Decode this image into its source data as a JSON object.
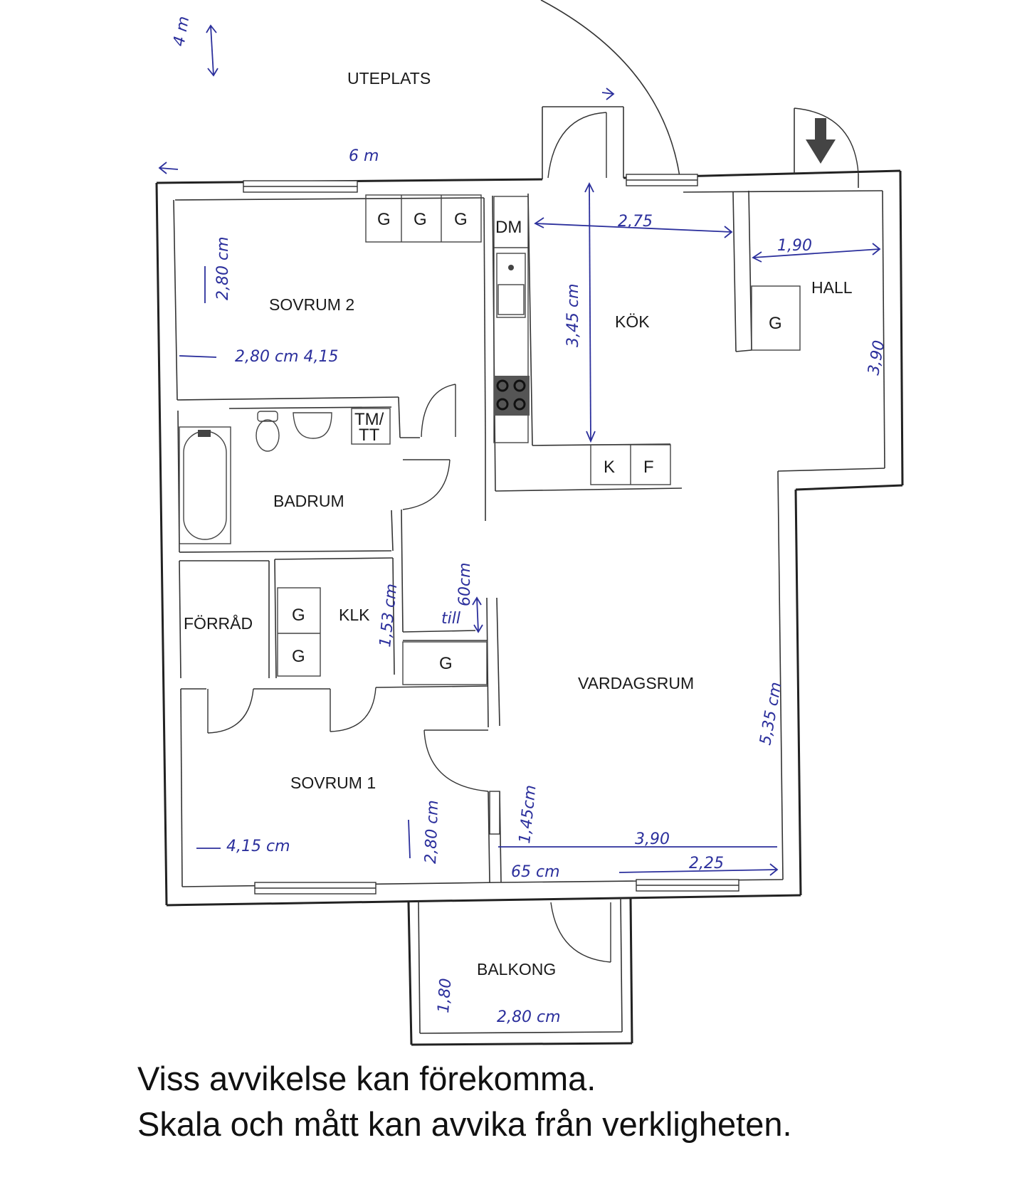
{
  "rooms": {
    "uteplats": "UTEPLATS",
    "sovrum2": "SOVRUM 2",
    "kok": "KÖK",
    "hall": "HALL",
    "badrum": "BADRUM",
    "forrad": "FÖRRÅD",
    "klk": "KLK",
    "vardagsrum": "VARDAGSRUM",
    "sovrum1": "SOVRUM 1",
    "balkong": "BALKONG"
  },
  "cabinets": {
    "g": "G",
    "dm": "DM",
    "k": "K",
    "f": "F",
    "tm": "TM/",
    "tt": "TT"
  },
  "measurements": {
    "uteplats_depth": "4 m",
    "uteplats_width": "6 m",
    "sovrum2_depth": "2,80 cm",
    "sovrum2_width": "2,80 cm 4,15",
    "kok_width": "2,75",
    "kok_depth": "3,45 cm",
    "hall_width": "1,90",
    "hall_depth": "3,90",
    "klk_depth": "1,53 cm",
    "passage_to": "till",
    "passage_60": "60cm",
    "vardagsrum_depth": "5,35 cm",
    "sovrum1_width": "4,15 cm",
    "sovrum1_depth": "2,80 cm",
    "window_height": "1,45cm",
    "vardagsrum_width": "3,90",
    "window_width": "2,25",
    "sill": "65 cm",
    "balkong_depth": "1,80",
    "balkong_width": "2,80 cm"
  },
  "disclaimer": {
    "line1": "Viss avvikelse kan förekomma.",
    "line2": "Skala och mått kan avvika från verkligheten."
  }
}
